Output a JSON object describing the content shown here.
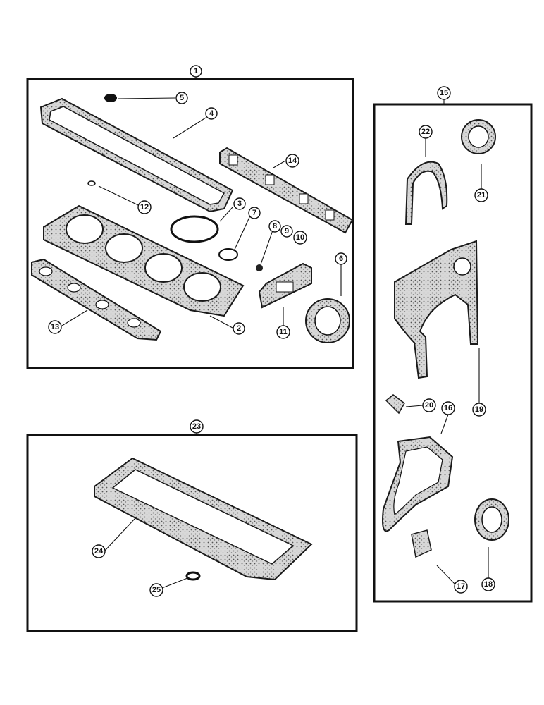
{
  "callouts": {
    "c1": "1",
    "c2": "2",
    "c3": "3",
    "c4": "4",
    "c5": "5",
    "c6": "6",
    "c7": "7",
    "c8": "8",
    "c9": "9",
    "c10": "10",
    "c11": "11",
    "c12": "12",
    "c13": "13",
    "c14": "14",
    "c15": "15",
    "c16": "16",
    "c17": "17",
    "c18": "18",
    "c19": "19",
    "c20": "20",
    "c21": "21",
    "c22": "22",
    "c23": "23",
    "c24": "24",
    "c25": "25"
  },
  "colors": {
    "ink": "#111111",
    "paper": "#ffffff",
    "gasket_fill": "#cfcfcf"
  }
}
